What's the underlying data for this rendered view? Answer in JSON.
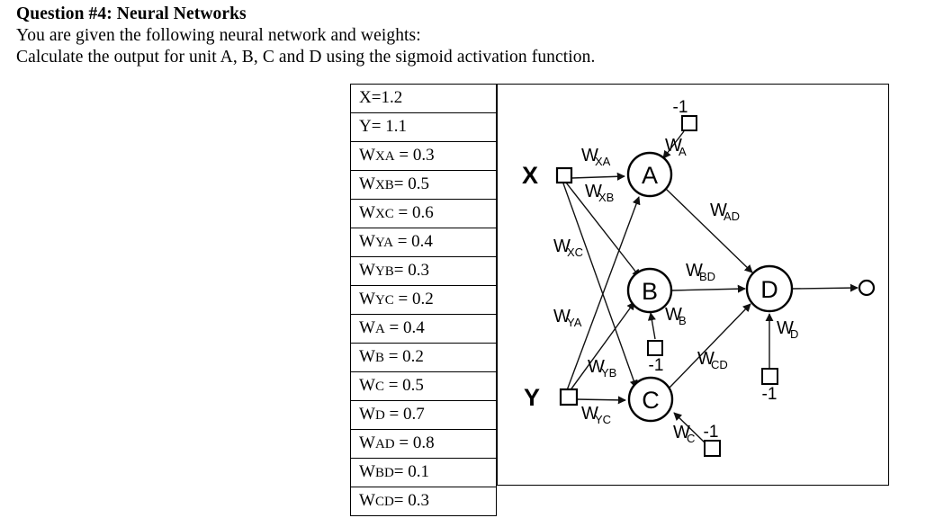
{
  "question": {
    "title": "Question #4: Neural Networks",
    "line2": "You are given the following neural network and weights:",
    "line3": "Calculate the output for unit A, B, C and D using the sigmoid activation function."
  },
  "weights_table": {
    "rows": [
      {
        "name": "X",
        "sub": "",
        "value": "=1.2",
        "text": "X=1.2"
      },
      {
        "name": "Y",
        "sub": "",
        "value": "= 1.1",
        "text": "Y = 1.1"
      },
      {
        "name": "W",
        "sub": "XA",
        "value": "= 0.3",
        "text": "WXA = 0.3"
      },
      {
        "name": "W",
        "sub": "XB",
        "value": "= 0.5",
        "text": "WXB = 0.5"
      },
      {
        "name": "W",
        "sub": "XC",
        "value": "= 0.6",
        "text": "WXC = 0.6"
      },
      {
        "name": "W",
        "sub": "YA",
        "value": "= 0.4",
        "text": "WYA = 0.4"
      },
      {
        "name": "W",
        "sub": "YB",
        "value": "= 0.3",
        "text": "WYB = 0.3"
      },
      {
        "name": "W",
        "sub": "YC",
        "value": "= 0.2",
        "text": "WYC = 0.2"
      },
      {
        "name": "W",
        "sub": "A",
        "value": "= 0.4",
        "text": "WA = 0.4"
      },
      {
        "name": "W",
        "sub": "B",
        "value": "= 0.2",
        "text": "WB = 0.2"
      },
      {
        "name": "W",
        "sub": "C",
        "value": "= 0.5",
        "text": "WC = 0.5"
      },
      {
        "name": "W",
        "sub": "D",
        "value": "= 0.7",
        "text": "WD = 0.7"
      },
      {
        "name": "W",
        "sub": "AD",
        "value": "= 0.8",
        "text": "WAD = 0.8"
      },
      {
        "name": "W",
        "sub": "BD",
        "value": "= 0.1",
        "text": "WBD = 0.1"
      },
      {
        "name": "W",
        "sub": "CD",
        "value": "= 0.3",
        "text": "WCD = 0.3"
      }
    ]
  },
  "diagram": {
    "inputs": [
      {
        "id": "X",
        "label": "X"
      },
      {
        "id": "Y",
        "label": "Y"
      }
    ],
    "units": [
      {
        "id": "A",
        "label": "A"
      },
      {
        "id": "B",
        "label": "B"
      },
      {
        "id": "C",
        "label": "C"
      },
      {
        "id": "D",
        "label": "D"
      }
    ],
    "bias_value": "-1",
    "biases": [
      {
        "unit": "A",
        "value": "-1",
        "weight_main": "W",
        "weight_sub": "A"
      },
      {
        "unit": "B",
        "value": "-1",
        "weight_main": "W",
        "weight_sub": "B"
      },
      {
        "unit": "C",
        "value": "-1",
        "weight_main": "W",
        "weight_sub": "C"
      },
      {
        "unit": "D",
        "value": "-1",
        "weight_main": "W",
        "weight_sub": "D"
      }
    ],
    "edge_labels": [
      {
        "id": "WXA",
        "main": "W",
        "sub": "XA"
      },
      {
        "id": "WXB",
        "main": "W",
        "sub": "XB"
      },
      {
        "id": "WXC",
        "main": "W",
        "sub": "XC"
      },
      {
        "id": "WYA",
        "main": "W",
        "sub": "YA"
      },
      {
        "id": "WYB",
        "main": "W",
        "sub": "YB"
      },
      {
        "id": "WYC",
        "main": "W",
        "sub": "YC"
      },
      {
        "id": "WAD",
        "main": "W",
        "sub": "AD"
      },
      {
        "id": "WBD",
        "main": "W",
        "sub": "BD"
      },
      {
        "id": "WCD",
        "main": "W",
        "sub": "CD"
      },
      {
        "id": "WA",
        "main": "W",
        "sub": "A"
      },
      {
        "id": "WB",
        "main": "W",
        "sub": "B"
      },
      {
        "id": "WC",
        "main": "W",
        "sub": "C"
      },
      {
        "id": "WD",
        "main": "W",
        "sub": "D"
      }
    ]
  }
}
